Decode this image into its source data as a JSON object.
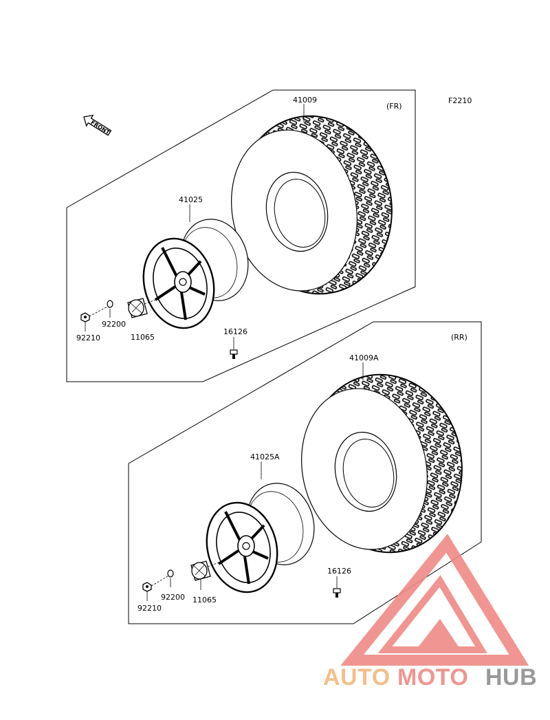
{
  "figure_code": "F2210",
  "front_arrow_text": "FRONT",
  "sections": [
    {
      "tag": "(FR)",
      "tire_part": "41009",
      "wheel_part": "41025",
      "cap_part": "11065",
      "washer_part": "92200",
      "nut_part": "92210",
      "valve_part": "16126"
    },
    {
      "tag": "(RR)",
      "tire_part": "41009A",
      "wheel_part": "41025A",
      "cap_part": "11065",
      "washer_part": "92200",
      "nut_part": "92210",
      "valve_part": "16126"
    }
  ],
  "watermark": {
    "part1": "AUTO",
    "part2": "MOTO",
    "part3": "HUB",
    "colors": {
      "primary": "#ef8a86",
      "secondary": "#f6b77e",
      "dark": "#8e8e8e"
    }
  }
}
